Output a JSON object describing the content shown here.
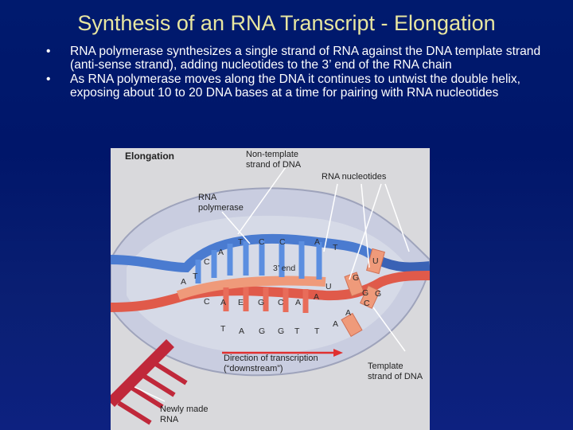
{
  "slide": {
    "title": "Synthesis of an RNA Transcript - Elongation",
    "bullets": [
      {
        "marker": "•",
        "text": "RNA polymerase synthesizes a single strand of RNA against the DNA template strand (anti-sense strand), adding nucleotides to the 3’ end of the RNA chain"
      },
      {
        "marker": "•",
        "text": "As RNA polymerase moves along the DNA it continues to untwist the double helix, exposing about 10 to 20 DNA bases at a time for pairing with RNA nucleotides"
      }
    ]
  },
  "figure": {
    "heading": "Elongation",
    "labels": {
      "non_template": "Non-template strand of DNA",
      "rna_nucleotides": "RNA nucleotides",
      "rna_polymerase": "RNA polymerase",
      "three_prime_end": "3’ end",
      "direction": "Direction of transcription (“downstream”)",
      "template": "Template strand of DNA",
      "newly_made": "Newly made RNA"
    },
    "bases": {
      "top_strand": [
        "A",
        "T",
        "C",
        "T",
        "A",
        "C",
        "C",
        "A",
        "T"
      ],
      "rna_strand": [
        "C",
        "A",
        "E",
        "G",
        "C",
        "A",
        "A"
      ],
      "template_strand": [
        "T",
        "A",
        "G",
        "G",
        "T",
        "T",
        "A",
        "A"
      ],
      "free_nucleotides": [
        "U",
        "G",
        "U",
        "G",
        "G",
        "C"
      ]
    }
  }
}
